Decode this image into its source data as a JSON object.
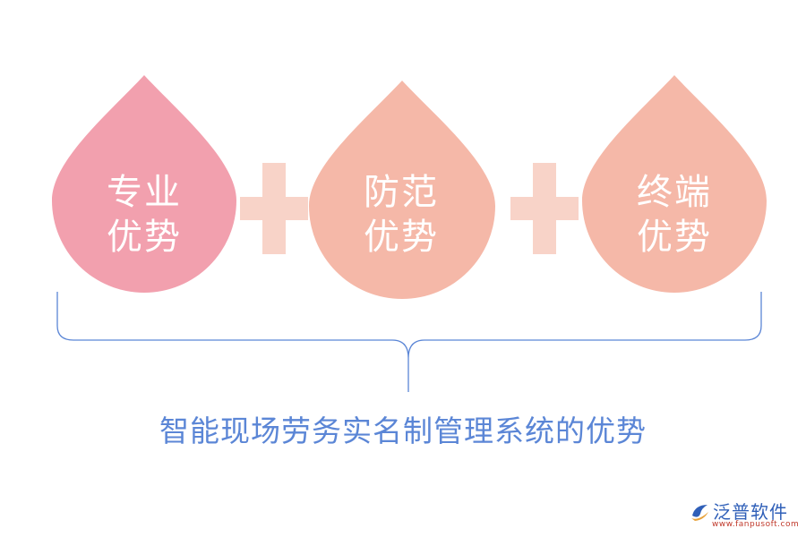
{
  "drops": [
    {
      "line1": "专业",
      "line2": "优势",
      "color": "#f2a0ae"
    },
    {
      "line1": "防范",
      "line2": "优势",
      "color": "#f5b8a8"
    },
    {
      "line1": "终端",
      "line2": "优势",
      "color": "#f5b8a8"
    }
  ],
  "plus_color": "#f8d3c8",
  "brace_color": "#5b86d6",
  "caption": "智能现场劳务实名制管理系统的优势",
  "logo": {
    "name": "泛普软件",
    "url": "www.fanpusoft.com",
    "icon": "fanpu-logo-icon"
  }
}
